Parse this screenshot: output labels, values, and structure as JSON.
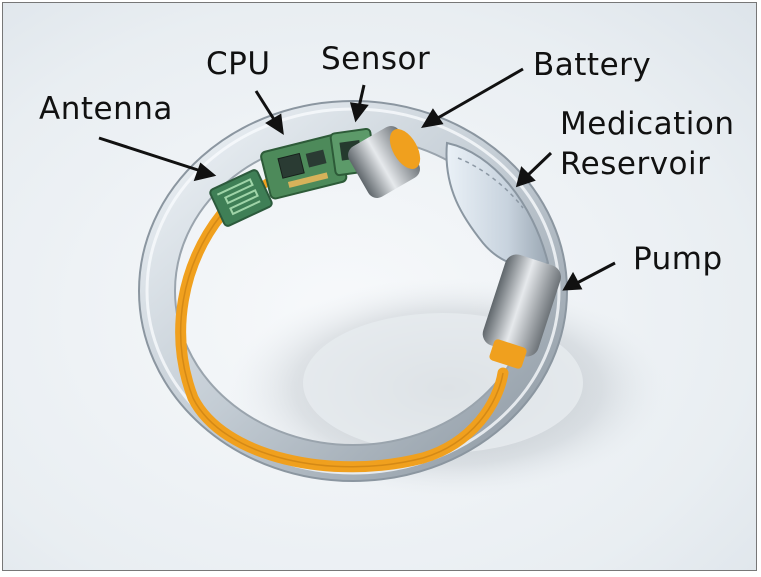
{
  "labels": {
    "antenna": "Antenna",
    "cpu": "CPU",
    "sensor": "Sensor",
    "battery": "Battery",
    "medication_line1": "Medication",
    "medication_line2": "Reservoir",
    "pump": "Pump"
  },
  "colors": {
    "ring_glass": "#c9d2da",
    "orange_trace": "#f0a01e",
    "circuit_green": "#4d8a5a",
    "metal": "#8e9499",
    "background": "#e9eef2"
  }
}
